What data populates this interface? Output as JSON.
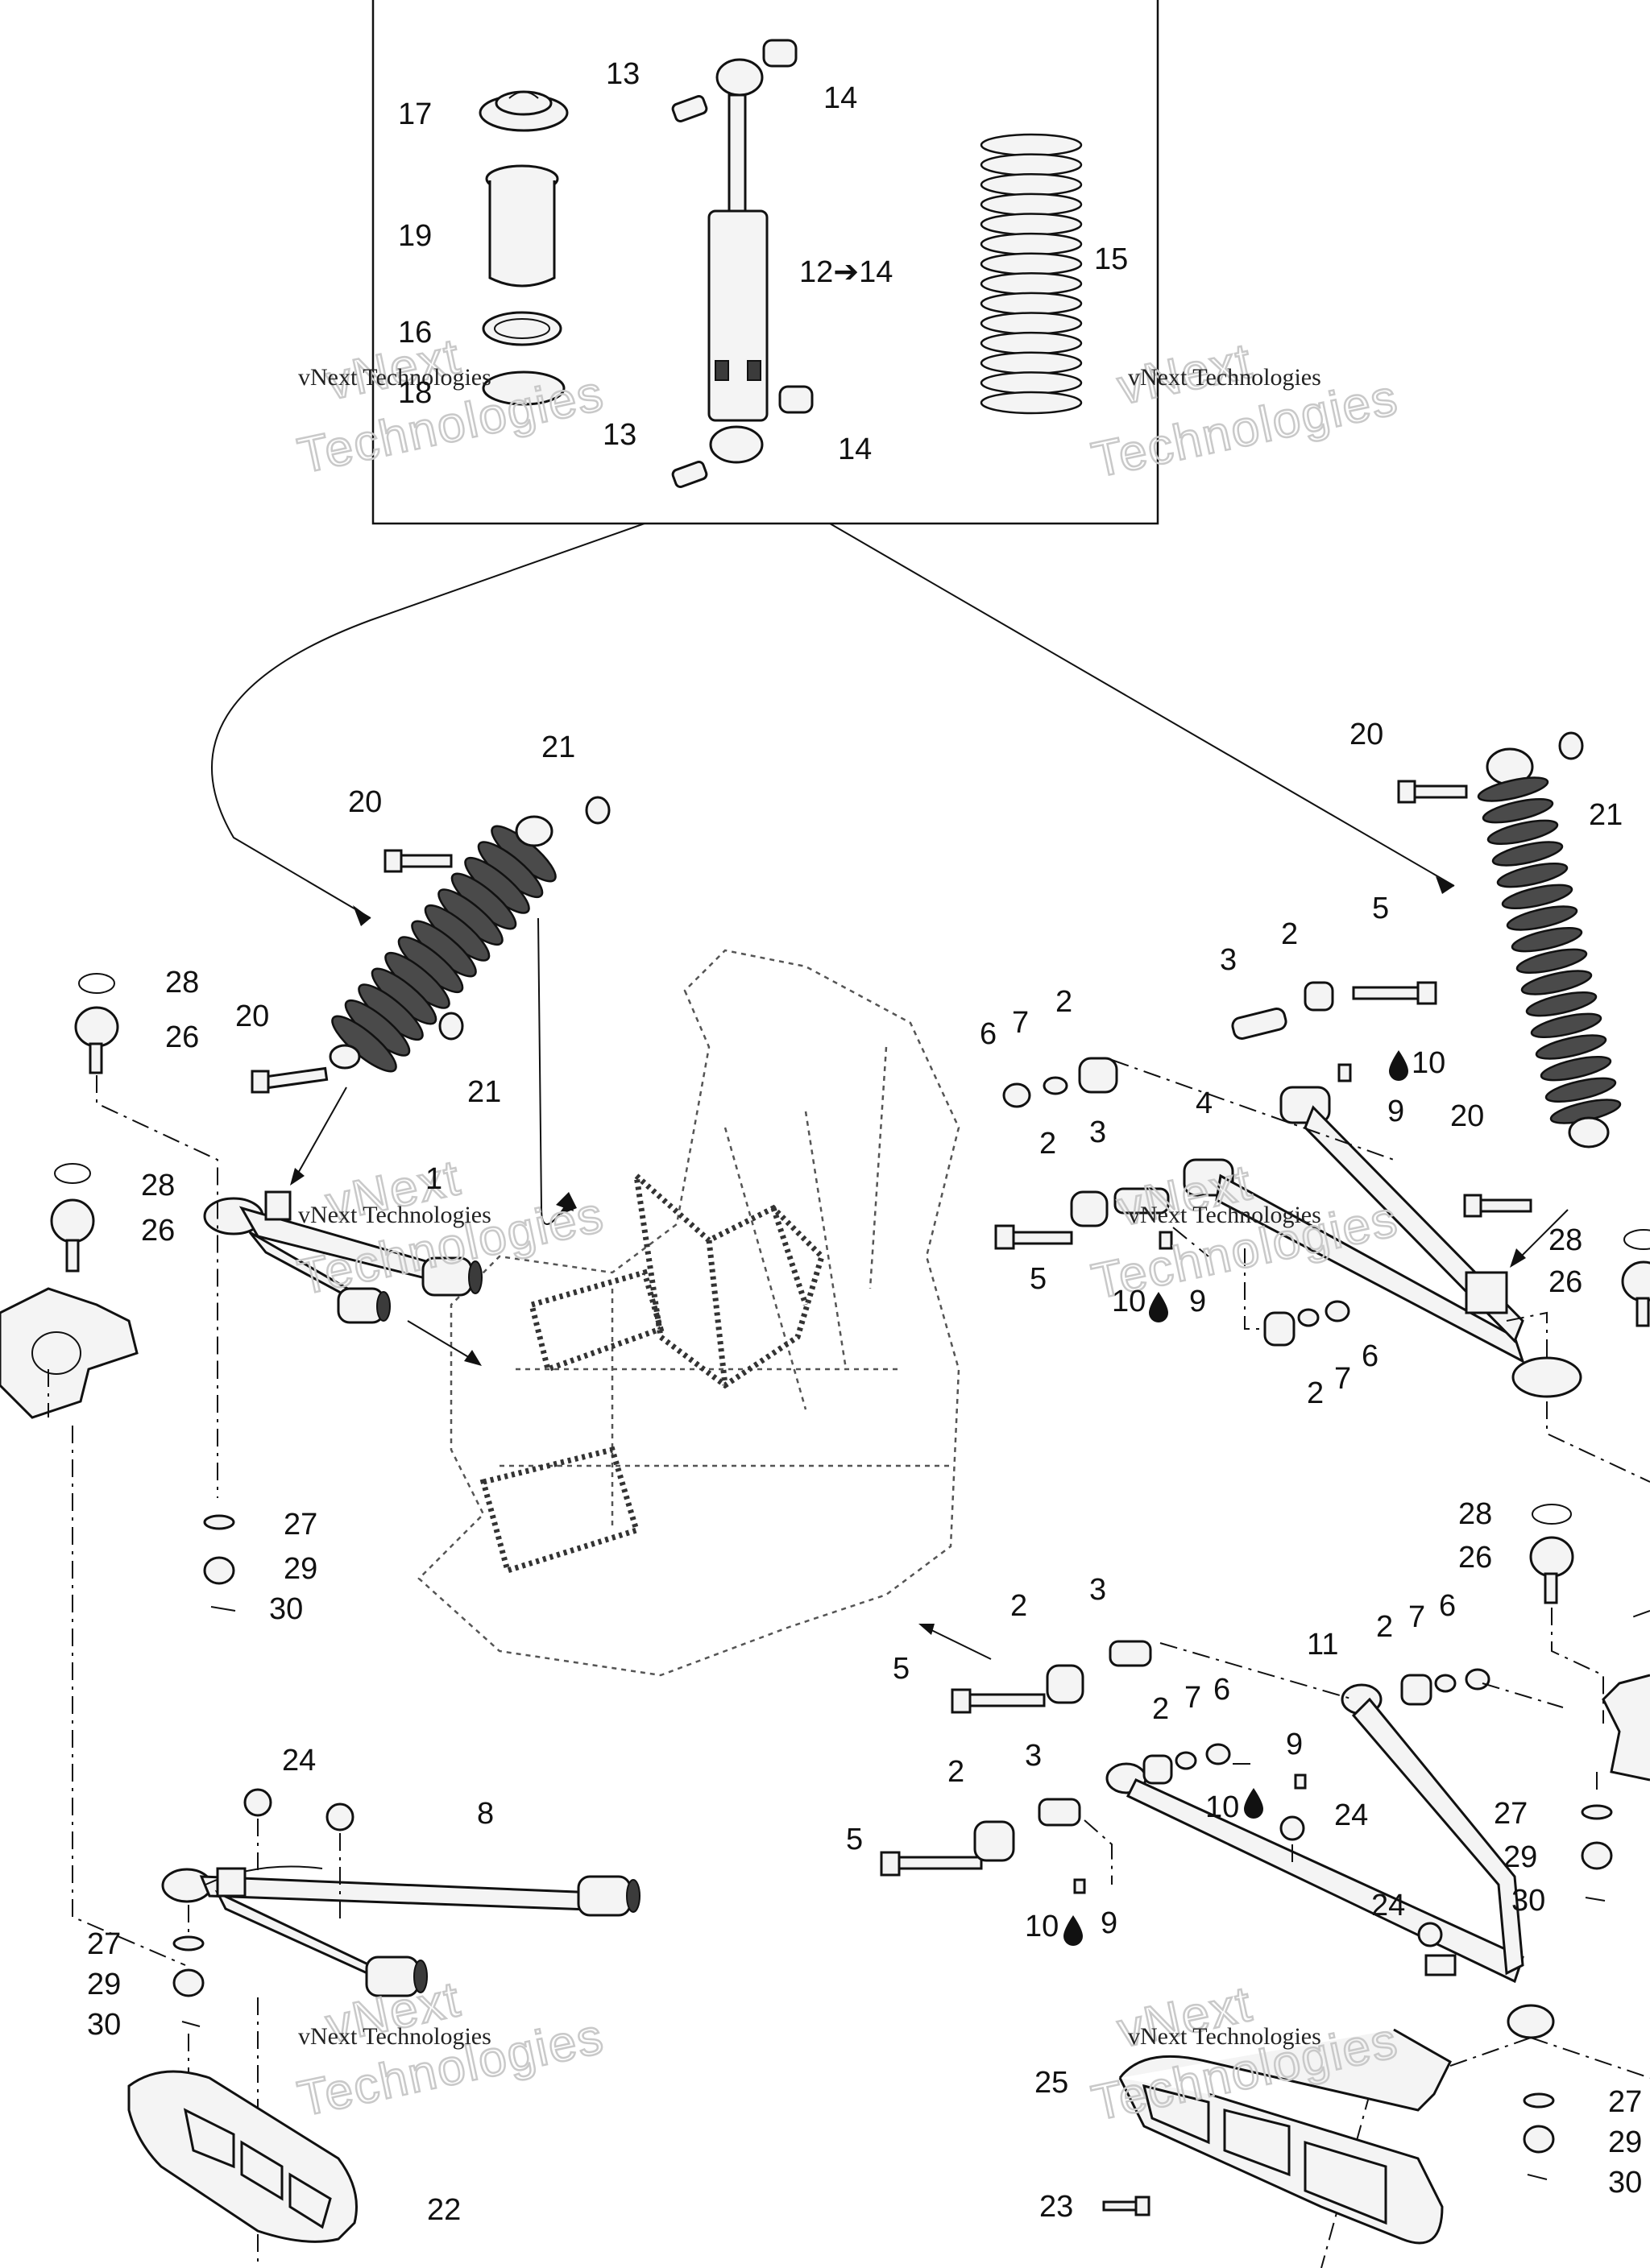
{
  "watermark": {
    "line1": "vNext Technologies",
    "line2_a": "vNext",
    "line2_b": "Technologies"
  },
  "callouts": [
    {
      "id": "c17",
      "text": "17"
    },
    {
      "id": "c19",
      "text": "19"
    },
    {
      "id": "c16",
      "text": "16"
    },
    {
      "id": "c18",
      "text": "18"
    },
    {
      "id": "c13a",
      "text": "13"
    },
    {
      "id": "c14a",
      "text": "14"
    },
    {
      "id": "c12",
      "text": "12➔14"
    },
    {
      "id": "c15",
      "text": "15"
    },
    {
      "id": "c13b",
      "text": "13"
    },
    {
      "id": "c14b",
      "text": "14"
    },
    {
      "id": "c21a",
      "text": "21"
    },
    {
      "id": "c20a",
      "text": "20"
    },
    {
      "id": "c20b",
      "text": "20"
    },
    {
      "id": "c21b",
      "text": "21"
    },
    {
      "id": "c28a",
      "text": "28"
    },
    {
      "id": "c26a",
      "text": "26"
    },
    {
      "id": "c28b",
      "text": "28"
    },
    {
      "id": "c26b",
      "text": "26"
    },
    {
      "id": "c1",
      "text": "1"
    },
    {
      "id": "c27a",
      "text": "27"
    },
    {
      "id": "c29a",
      "text": "29"
    },
    {
      "id": "c30a",
      "text": "30"
    },
    {
      "id": "c20c",
      "text": "20"
    },
    {
      "id": "c21c",
      "text": "21"
    },
    {
      "id": "c5a",
      "text": "5"
    },
    {
      "id": "c2a",
      "text": "2"
    },
    {
      "id": "c3a",
      "text": "3"
    },
    {
      "id": "c6a",
      "text": "6"
    },
    {
      "id": "c7a",
      "text": "7"
    },
    {
      "id": "c2b",
      "text": "2"
    },
    {
      "id": "c10a",
      "text": "10"
    },
    {
      "id": "c9a",
      "text": "9"
    },
    {
      "id": "c4",
      "text": "4"
    },
    {
      "id": "c3b",
      "text": "3"
    },
    {
      "id": "c2c",
      "text": "2"
    },
    {
      "id": "c20d",
      "text": "20"
    },
    {
      "id": "c5b",
      "text": "5"
    },
    {
      "id": "c10b",
      "text": "10"
    },
    {
      "id": "c9b",
      "text": "9"
    },
    {
      "id": "c28c",
      "text": "28"
    },
    {
      "id": "c26c",
      "text": "26"
    },
    {
      "id": "c2d",
      "text": "2"
    },
    {
      "id": "c7b",
      "text": "7"
    },
    {
      "id": "c6b",
      "text": "6"
    },
    {
      "id": "c28d",
      "text": "28"
    },
    {
      "id": "c26d",
      "text": "26"
    },
    {
      "id": "c3c",
      "text": "3"
    },
    {
      "id": "c2e",
      "text": "2"
    },
    {
      "id": "c5c",
      "text": "5"
    },
    {
      "id": "c11",
      "text": "11"
    },
    {
      "id": "c2f",
      "text": "2"
    },
    {
      "id": "c7c",
      "text": "7"
    },
    {
      "id": "c6c",
      "text": "6"
    },
    {
      "id": "c2g",
      "text": "2"
    },
    {
      "id": "c7d",
      "text": "7"
    },
    {
      "id": "c6d",
      "text": "6"
    },
    {
      "id": "c9c",
      "text": "9"
    },
    {
      "id": "c10c",
      "text": "10"
    },
    {
      "id": "c24a",
      "text": "24"
    },
    {
      "id": "c8",
      "text": "8"
    },
    {
      "id": "c3d",
      "text": "3"
    },
    {
      "id": "c2h",
      "text": "2"
    },
    {
      "id": "c5d",
      "text": "5"
    },
    {
      "id": "c24b",
      "text": "24"
    },
    {
      "id": "c27b",
      "text": "27"
    },
    {
      "id": "c29b",
      "text": "29"
    },
    {
      "id": "c30b",
      "text": "30"
    },
    {
      "id": "c10d",
      "text": "10"
    },
    {
      "id": "c9d",
      "text": "9"
    },
    {
      "id": "c24c",
      "text": "24"
    },
    {
      "id": "c27c",
      "text": "27"
    },
    {
      "id": "c29c",
      "text": "29"
    },
    {
      "id": "c30c",
      "text": "30"
    },
    {
      "id": "c25",
      "text": "25"
    },
    {
      "id": "c27d",
      "text": "27"
    },
    {
      "id": "c29d",
      "text": "29"
    },
    {
      "id": "c30d",
      "text": "30"
    },
    {
      "id": "c22",
      "text": "22"
    },
    {
      "id": "c23",
      "text": "23"
    }
  ]
}
